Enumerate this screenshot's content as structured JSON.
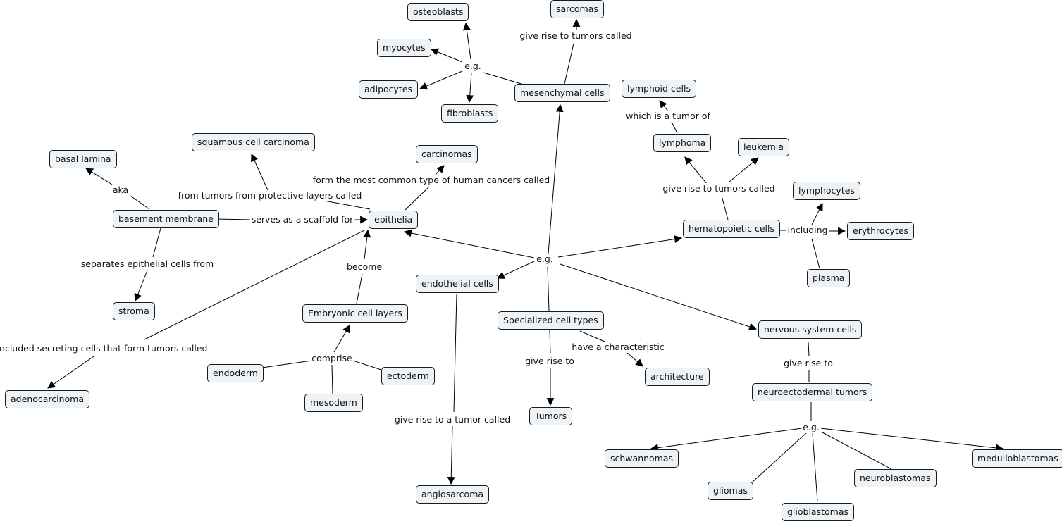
{
  "concepts": {
    "osteoblasts": "osteoblasts",
    "sarcomas": "sarcomas",
    "myocytes": "myocytes",
    "adipocytes": "adipocytes",
    "fibroblasts": "fibroblasts",
    "mesenchymal_cells": "mesenchymal cells",
    "lymphoid_cells": "lymphoid cells",
    "lymphoma": "lymphoma",
    "leukemia": "leukemia",
    "squamous_cell_carcinoma": "squamous cell carcinoma",
    "carcinomas": "carcinomas",
    "basal_lamina": "basal lamina",
    "lymphocytes": "lymphocytes",
    "basement_membrane": "basement membrane",
    "epithelia": "epithelia",
    "hematopoietic_cells": "hematopoietic cells",
    "erythrocytes": "erythrocytes",
    "plasma": "plasma",
    "endothelial_cells": "endothelial cells",
    "stroma": "stroma",
    "embryonic_cell_layers": "Embryonic cell layers",
    "specialized_cell_types": "Specialized cell types",
    "nervous_system_cells": "nervous system cells",
    "endoderm": "endoderm",
    "ectoderm": "ectoderm",
    "architecture": "architecture",
    "adenocarcinoma": "adenocarcinoma",
    "mesoderm": "mesoderm",
    "neuroectodermal_tumors": "neuroectodermal tumors",
    "tumors": "Tumors",
    "schwannomas": "schwannomas",
    "medulloblastomas": "medulloblastomas",
    "neuroblastomas": "neuroblastomas",
    "gliomas": "gliomas",
    "angiosarcoma": "angiosarcoma",
    "glioblastomas": "glioblastomas"
  },
  "links": {
    "give_rise_sarcomas": "give rise to tumors called",
    "eg_mesenchymal": "e.g.",
    "which_is_tumor_of": "which is a tumor of",
    "form_most_common": "form the most common type of human cancers called",
    "give_rise_lymphoma": "give rise to tumors called",
    "aka": "aka",
    "from_protective_layers": "from tumors from protective layers called",
    "serves_as_scaffold": "serves as a scaffold for",
    "including": "including",
    "eg_center": "e.g.",
    "separates": "separates epithelial cells from",
    "become": "become",
    "included_secreting": "included secreting cells that form tumors called",
    "have_characteristic": "have a characteristic",
    "comprise": "comprise",
    "give_rise_to_specialized": "give rise to",
    "give_rise_to_nervous": "give rise to",
    "give_rise_tumor_called": "give rise to a tumor called",
    "eg_neuro": "e.g."
  }
}
